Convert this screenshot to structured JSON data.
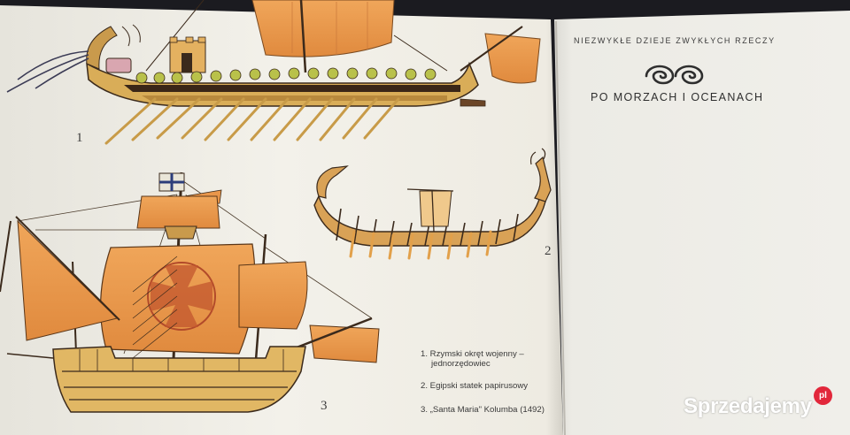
{
  "book": {
    "series": "NIEZWYKŁE DZIEJE ZWYKŁYCH RZECZY",
    "title": "PO MORZACH I OCEANACH"
  },
  "figures": {
    "n1": "1",
    "n2": "2",
    "n3": "3"
  },
  "captions": {
    "c1_line1": "1. Rzymski okręt wojenny –",
    "c1_line2": "jednorzędowiec",
    "c2": "2. Egipski statek papirusowy",
    "c3": "3. „Santa Maria\" Kolumba (1492)"
  },
  "watermark": {
    "text": "Sprzedajemy",
    "badge": "pl"
  },
  "colors": {
    "page_left": "#f3f1ea",
    "page_right": "#eeede8",
    "sail_orange": "#e9964a",
    "hull_gold": "#d9ad58",
    "ink": "#3b2a1c",
    "watermark_badge": "#e2273b"
  },
  "icons": {
    "logo": "double-spiral-icon"
  }
}
